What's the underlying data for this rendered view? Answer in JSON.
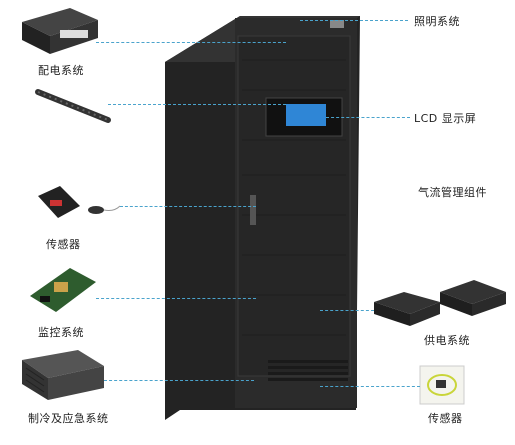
{
  "labels": {
    "lighting": "照明系统",
    "power_distribution": "配电系统",
    "lcd_display": "LCD 显示屏",
    "airflow": "气流管理组件",
    "sensor_left": "传感器",
    "monitoring": "监控系统",
    "power_supply": "供电系统",
    "cooling": "制冷及应急系统",
    "sensor_right": "传感器"
  },
  "colors": {
    "leader_line": "#4aa3cc",
    "cabinet": "#2a2a2a",
    "lcd_screen": "#2f86d6"
  }
}
